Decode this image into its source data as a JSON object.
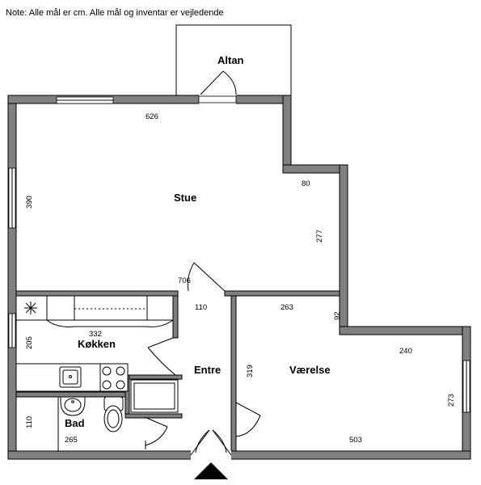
{
  "note": "Note: Alle mål er cm. Alle mål og inventar er vejledende",
  "rooms": {
    "altan": "Altan",
    "stue": "Stue",
    "koekken": "Køkken",
    "entre": "Entre",
    "vaerelse": "Værelse",
    "bad": "Bad"
  },
  "dimensions": {
    "stue_width": "626",
    "stue_depth": "390",
    "stue_notch": "80",
    "stue_right_height": "277",
    "stue_diag": "706",
    "entre_width": "110",
    "koekken_width": "332",
    "koekken_depth": "205",
    "vaerelse_top": "263",
    "vaerelse_notch": "92",
    "vaerelse_mid": "240",
    "vaerelse_left": "319",
    "vaerelse_right": "273",
    "vaerelse_bottom": "503",
    "bad_depth": "110",
    "bad_width": "265"
  },
  "colors": {
    "wall": "#808080",
    "line": "#000000",
    "background": "#ffffff"
  },
  "icons": {
    "entrance": "entrance-arrow-icon",
    "extractor": "extractor-fan-icon"
  }
}
